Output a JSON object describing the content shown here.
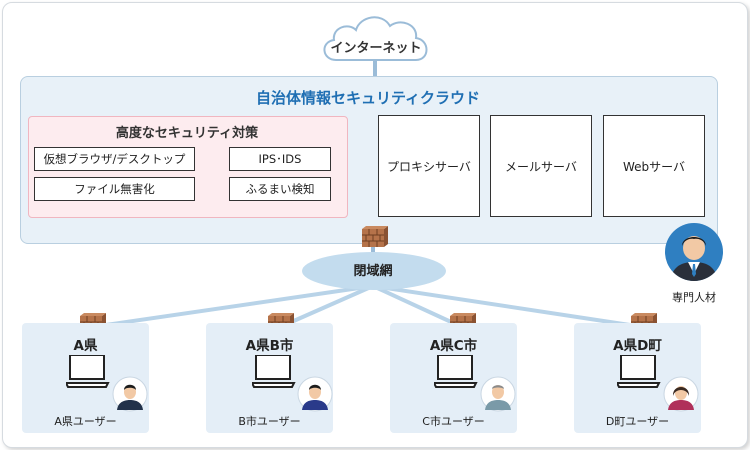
{
  "diagram": {
    "internet_label": "インターネット",
    "cloud_title": "自治体情報セキュリティクラウド",
    "security": {
      "title": "高度なセキュリティ対策",
      "items": [
        "仮想ブラウザ/デスクトップ",
        "IPS･IDS",
        "ファイル無害化",
        "ふるまい検知"
      ]
    },
    "servers": [
      "プロキシサーバ",
      "メールサーバ",
      "Webサーバ"
    ],
    "closed_network": "閉域網",
    "expert": "専門人材",
    "regions": [
      {
        "name": "A県",
        "user": "A県ユーザー"
      },
      {
        "name": "A県B市",
        "user": "B市ユーザー"
      },
      {
        "name": "A県C市",
        "user": "C市ユーザー"
      },
      {
        "name": "A県D町",
        "user": "D町ユーザー"
      }
    ]
  },
  "colors": {
    "title_blue": "#1f6fb3",
    "panel_bg": "#e8f1f8",
    "security_bg": "#fdecef",
    "region_bg": "#e4eef7",
    "firewall": "#b5734a"
  }
}
